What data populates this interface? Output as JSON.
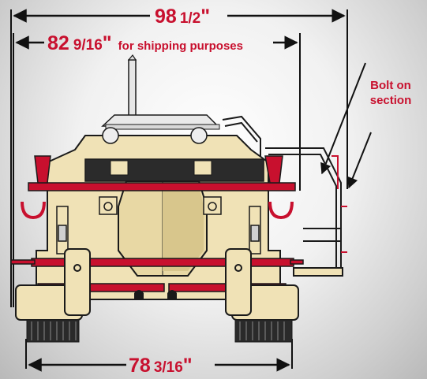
{
  "dimensions": {
    "overall": {
      "whole": "98",
      "fraction": "1/2",
      "unit": "\""
    },
    "shipping": {
      "whole": "82",
      "fraction": "9/16",
      "unit": "\"",
      "note": "for shipping purposes"
    },
    "base": {
      "whole": "78",
      "fraction": "3/16",
      "unit": "\""
    }
  },
  "callout": {
    "line1": "Bolt on",
    "line2": "section"
  },
  "colors": {
    "accent": "#c8102e",
    "body": "#f0e2b6",
    "outline": "#1a1a1a",
    "dark": "#2a2a2a"
  }
}
